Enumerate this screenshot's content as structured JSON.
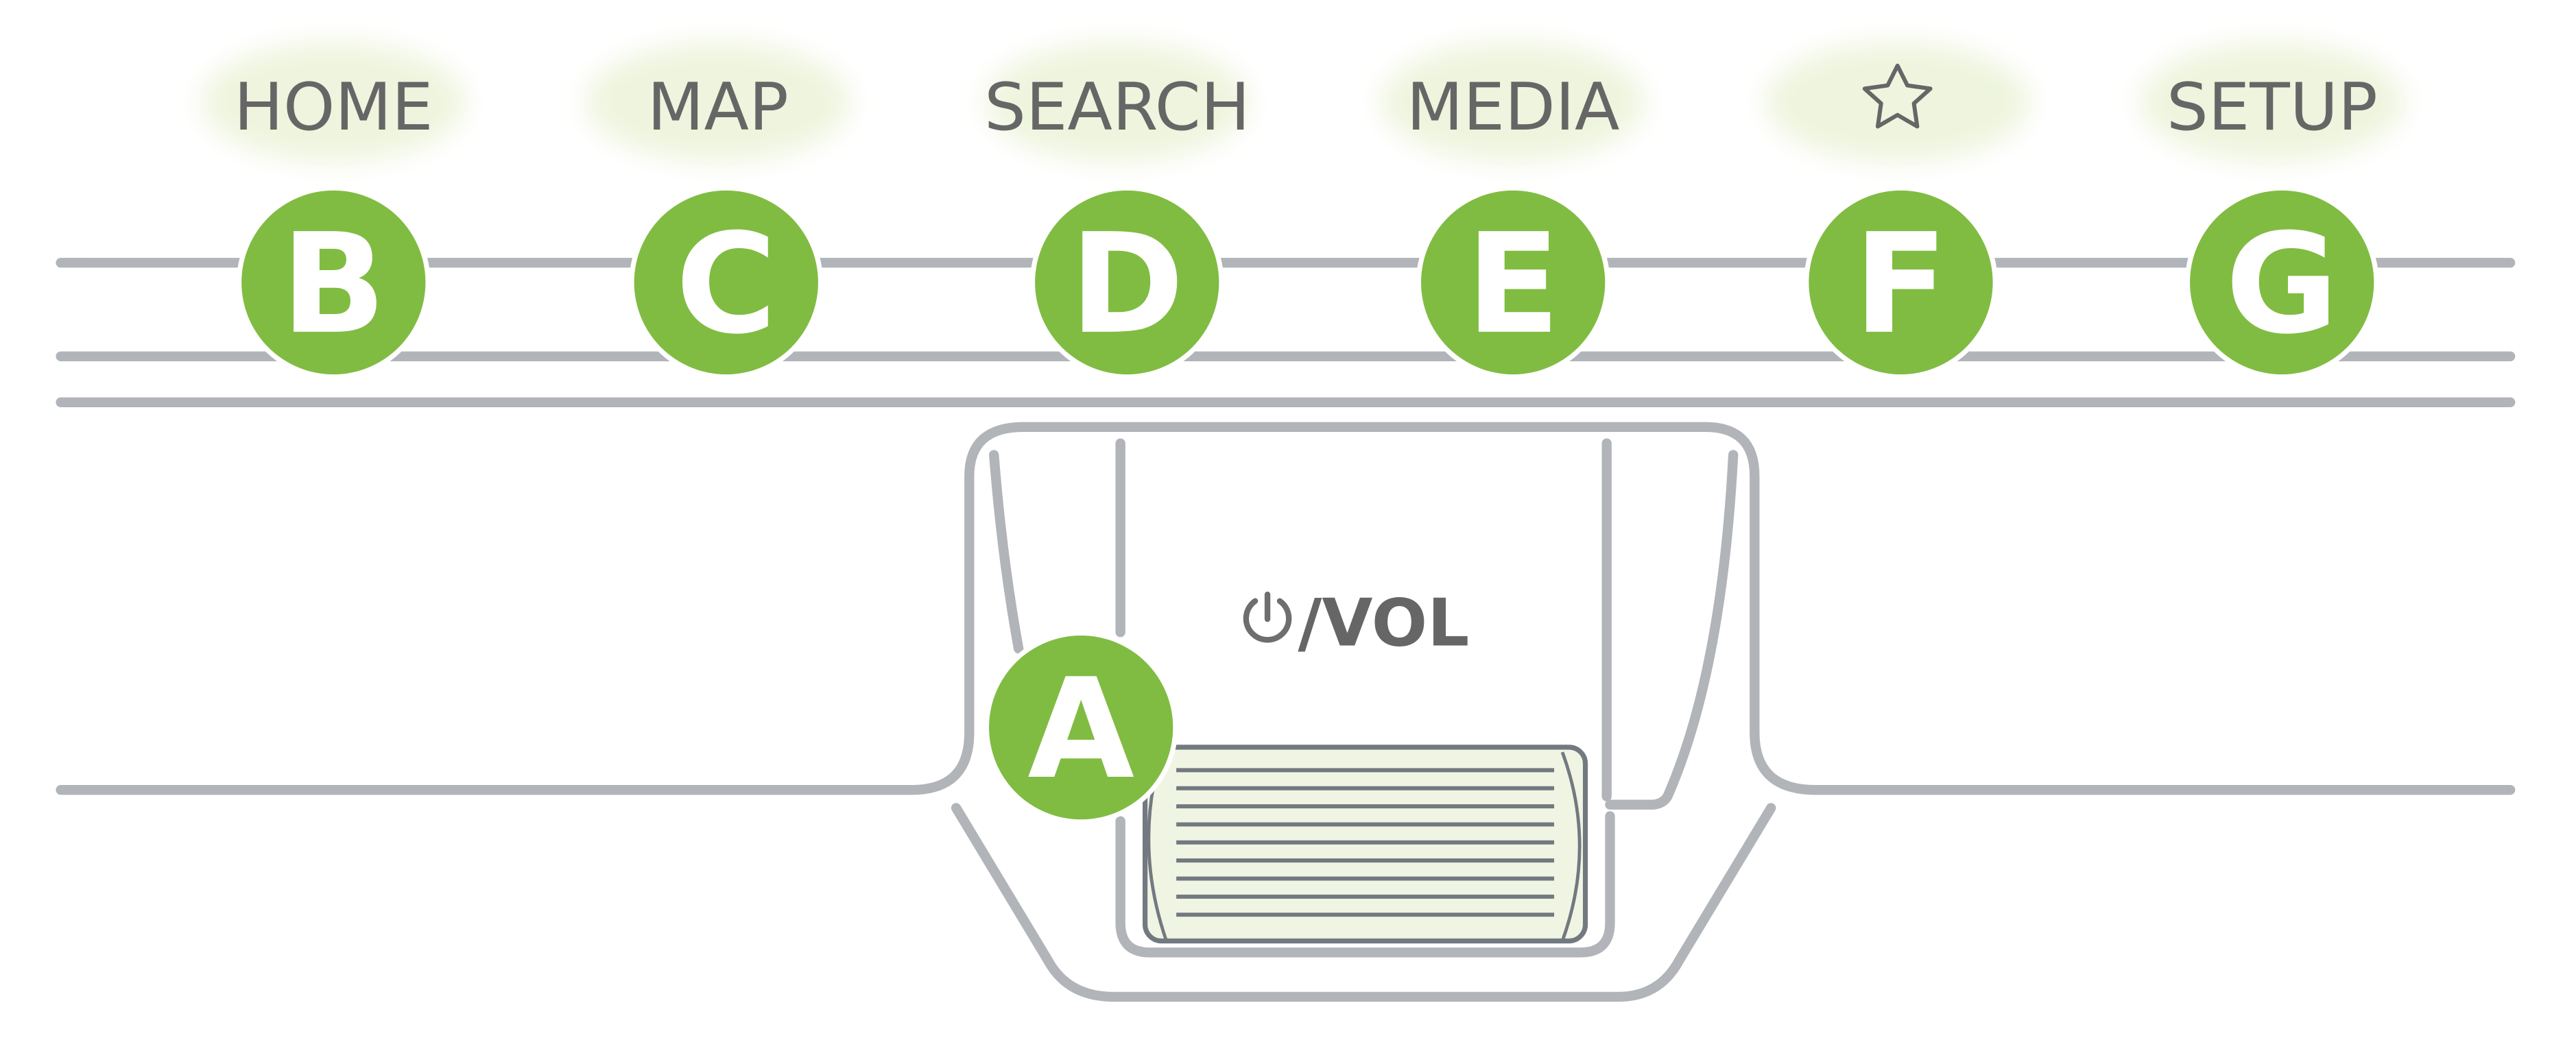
{
  "colors": {
    "accent": "#80bc42",
    "line": "#b1b4b8",
    "text": "#666666",
    "glow": "#eef4dd",
    "panel": "#f0f5e3"
  },
  "buttons": [
    {
      "label": "HOME",
      "letter": "B"
    },
    {
      "label": "MAP",
      "letter": "C"
    },
    {
      "label": "SEARCH",
      "letter": "D"
    },
    {
      "label": "MEDIA",
      "letter": "E"
    },
    {
      "label": "",
      "icon": "star-icon",
      "letter": "F"
    },
    {
      "label": "SETUP",
      "letter": "G"
    }
  ],
  "knob": {
    "letter": "A",
    "label": "/VOL",
    "icon": "power-icon"
  }
}
